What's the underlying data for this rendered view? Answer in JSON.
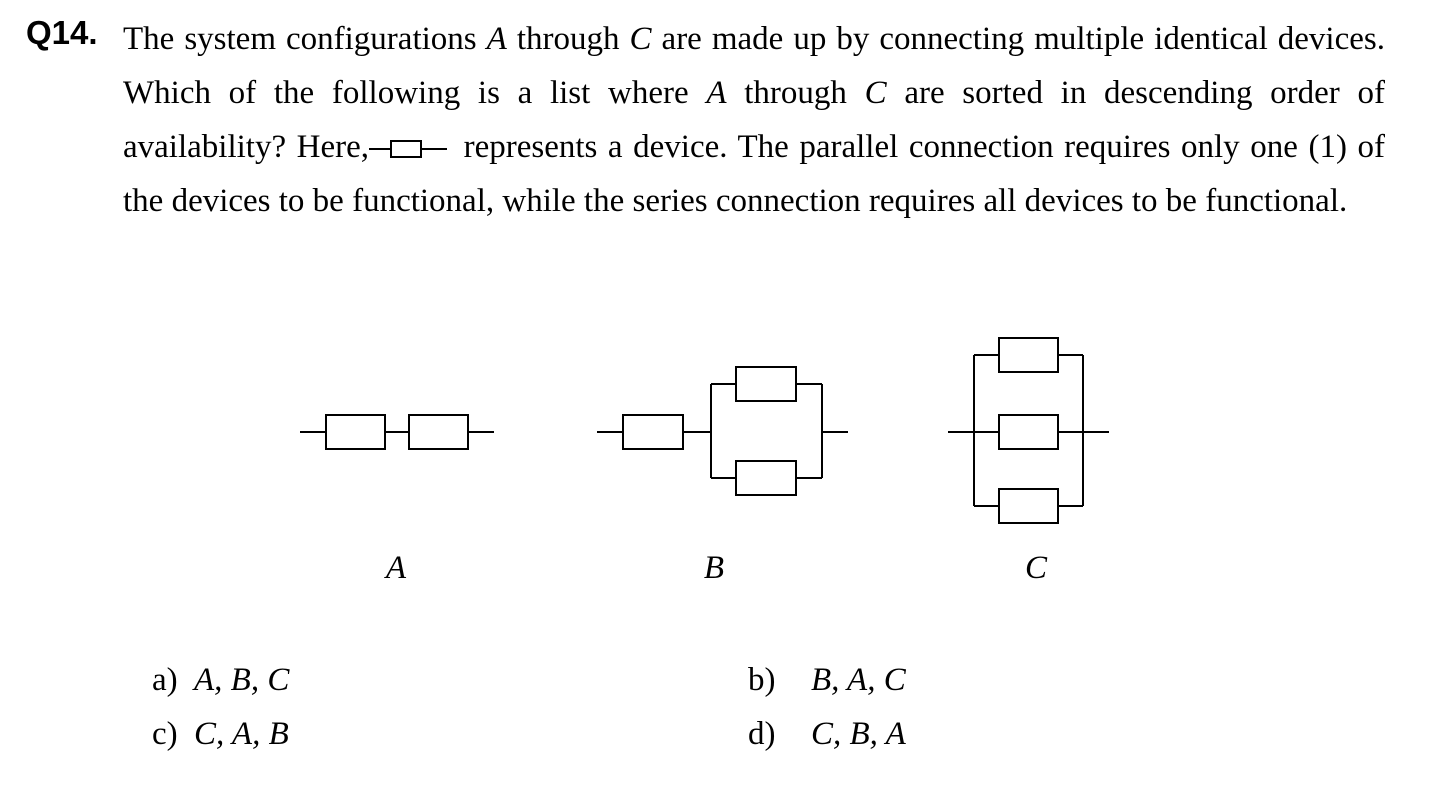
{
  "question": {
    "number": "Q14.",
    "seg1": "The system configurations ",
    "var_a": "A",
    "seg2": " through ",
    "var_c": "C",
    "seg3": " are made up by connecting multiple identical devices. Which of the following is a list where ",
    "var_a2": "A",
    "seg4": " through ",
    "var_c2": "C",
    "seg5": " are sorted in descending order of availability? Here,",
    "seg6": " represents a device. The parallel connection requires only one (1) of the devices to be functional, while the series connection requires all devices to be functional."
  },
  "configurations": [
    {
      "label": "A",
      "arrangement": "2 devices in series"
    },
    {
      "label": "B",
      "arrangement": "1 device in series with 2 devices in parallel"
    },
    {
      "label": "C",
      "arrangement": "3 devices in parallel"
    }
  ],
  "options": [
    {
      "key": "a)",
      "value": "A, B, C"
    },
    {
      "key": "b)",
      "value": "B, A, C"
    },
    {
      "key": "c)",
      "value": "C, A, B"
    },
    {
      "key": "d)",
      "value": "C, B, A"
    }
  ]
}
